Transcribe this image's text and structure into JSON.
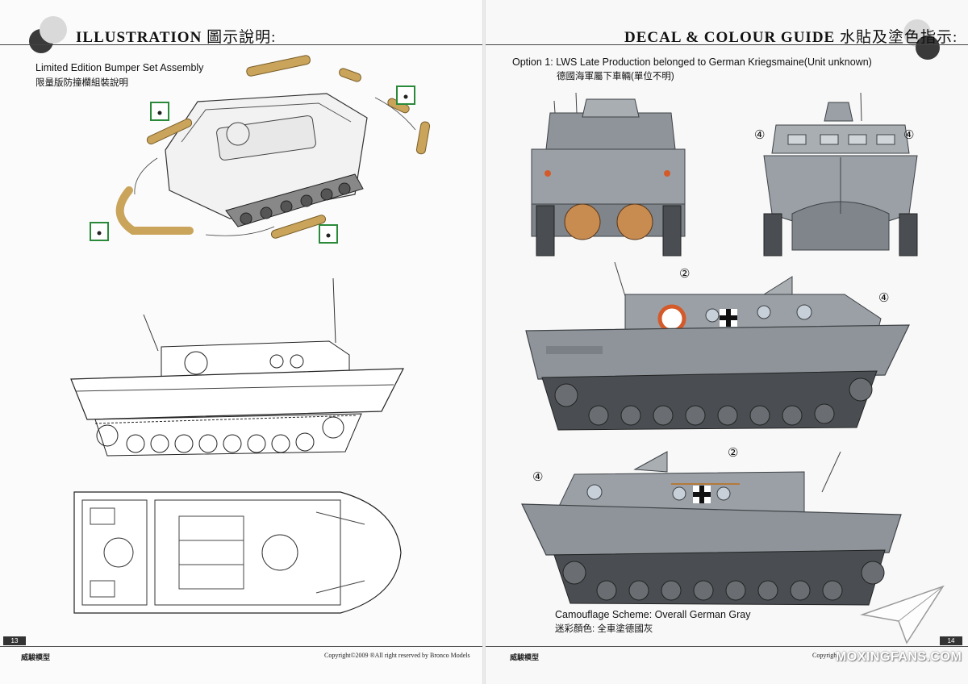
{
  "left_page": {
    "header": {
      "title_en": "ILLUSTRATION",
      "title_zh": "圖示說明:"
    },
    "bumper_caption": {
      "en": "Limited Edition Bumper Set Assembly",
      "zh": "限量版防撞欄組裝說明"
    },
    "page_number": "13",
    "footer": {
      "brand": "威駿模型",
      "copyright": "Copyright©2009  ®All right reserved by Bronco Models"
    }
  },
  "right_page": {
    "header": {
      "title_en": "DECAL & COLOUR GUIDE",
      "title_zh": "水貼及塗色指示:"
    },
    "option": {
      "en": "Option 1: LWS Late Production belonged to German Kriegsmaine(Unit unknown)",
      "zh": "德國海軍屬下車輛(單位不明)"
    },
    "camouflage": {
      "en": "Camouflage Scheme: Overall German Gray",
      "zh": "迷彩顏色: 全車塗德國灰"
    },
    "callouts": [
      "④",
      "④",
      "②",
      "④",
      "②",
      "④"
    ],
    "page_number": "14",
    "footer": {
      "brand": "威駿模型",
      "copyright": "Copyright"
    }
  },
  "watermark": {
    "text": "MOXINGFANS.COM"
  },
  "colors": {
    "german_gray": "#8e949a",
    "dark_gray": "#4a4e52",
    "hull_light": "#a9aeb3",
    "bumper": "#c9a45a",
    "arrow_box": "#2a8a3a"
  }
}
